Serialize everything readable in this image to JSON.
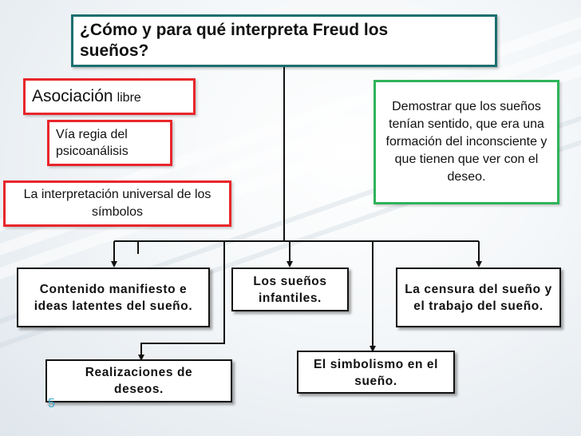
{
  "title": "¿Cómo y para qué interpreta Freud los sueños?",
  "left_notes": {
    "asociacion_main": "Asociación",
    "asociacion_small": "libre",
    "via_regia": "Vía regia del psicoanálisis",
    "interpretacion": "La interpretación universal de los símbolos"
  },
  "right_note": "Demostrar que los sueños tenían sentido, que era una formación del inconsciente y que tienen que ver con el deseo.",
  "nodes": {
    "contenido": "Contenido manifiesto e ideas latentes del sueño.",
    "infantiles": "Los sueños infantiles.",
    "censura": "La censura del sueño y el trabajo del sueño.",
    "realizaciones": "Realizaciones de deseos.",
    "simbolismo": "El simbolismo en el sueño."
  },
  "page_number": "5",
  "colors": {
    "title_border": "#1d6f6f",
    "note_border_red": "#e8262b",
    "note_border_green": "#2fb45a",
    "node_border": "#111111",
    "page_number": "#3fa9c9"
  }
}
